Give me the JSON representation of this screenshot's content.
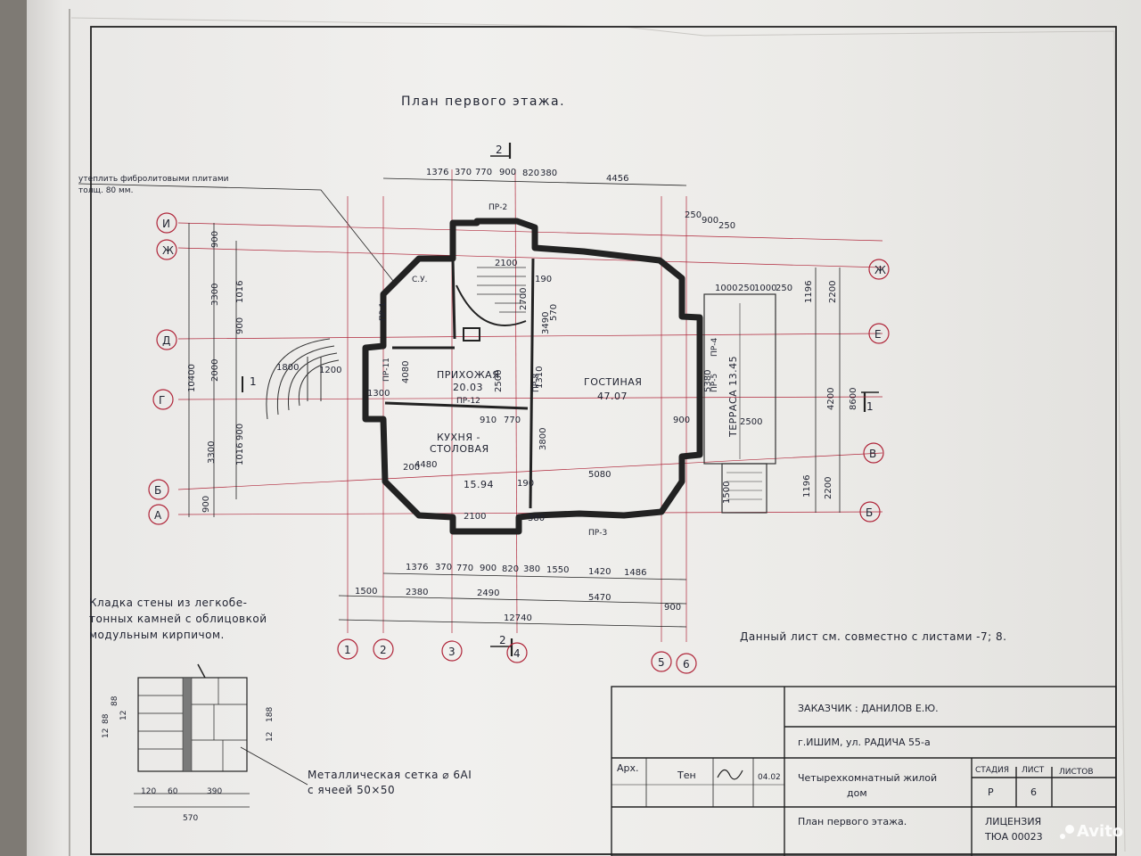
{
  "sheet": {
    "title": "План первого этажа.",
    "note_insulation_1": "утеплить фибролитовыми плитами",
    "note_insulation_2": "толщ. 80 мм.",
    "section_mark_top": "2",
    "section_mark_bottom": "2",
    "section_mark_right": "1",
    "section_mark_left": "1",
    "masonry_note": [
      "Кладка стены из легкобе-",
      "тонных камней с облицовкой",
      "модульным кирпичом."
    ],
    "mesh_note_1": "Металлическая сетка ⌀ 6AI",
    "mesh_note_2": "с ячеей 50×50",
    "sheet_reference": "Данный лист см. совместно с листами -7; 8.",
    "wall_detail_dims": [
      "120",
      "60",
      "390",
      "570",
      "88",
      "88",
      "12",
      "12",
      "188",
      "12"
    ]
  },
  "rooms": {
    "hall_name": "ПРИХОЖАЯ",
    "hall_area": "20.03",
    "living_name": "ГОСТИНАЯ",
    "living_area": "47.07",
    "kitchen_name_1": "КУХНЯ -",
    "kitchen_name_2": "СТОЛОВАЯ",
    "kitchen_area": "15.94",
    "terrace_name": "ТЕРРАСА 13.45",
    "wc_name": "С.У."
  },
  "axes_letters_left": [
    "И",
    "Ж",
    "Д",
    "Г",
    "Б",
    "А"
  ],
  "axes_letters_right": [
    "Ж",
    "Е",
    "В",
    "Б"
  ],
  "axes_numbers": [
    "1",
    "2",
    "3",
    "4",
    "5",
    "6"
  ],
  "dims": {
    "top_row": [
      "1376",
      "370",
      "770",
      "900",
      "820",
      "380",
      "4456"
    ],
    "bottom_row_1": [
      "1376",
      "370",
      "770",
      "900",
      "820",
      "380",
      "1550",
      "1420",
      "1486"
    ],
    "bottom_row_2": [
      "1500",
      "2380",
      "2490",
      "5470",
      "900"
    ],
    "bottom_total": "12740",
    "left_outer": [
      "900",
      "3300",
      "10400",
      "3300",
      "900"
    ],
    "left_inner": [
      "1016",
      "900",
      "2000",
      "1016",
      "900"
    ],
    "right_outer": [
      "2200",
      "8600",
      "2200"
    ],
    "right_inner": [
      "1196",
      "4200",
      "1196"
    ],
    "interior": [
      "2100",
      "2700",
      "3490",
      "4080",
      "2500",
      "1310",
      "3800",
      "4480",
      "5080",
      "2100",
      "1800",
      "1200",
      "1300",
      "910",
      "770",
      "5380",
      "2500",
      "1000",
      "250",
      "1000",
      "250",
      "190",
      "570",
      "200",
      "190",
      "380",
      "900",
      "1500",
      "250",
      "900",
      "250"
    ],
    "openings": [
      "ПР-1",
      "ПР-2",
      "ПР-3",
      "ПР-4",
      "ПР-5",
      "ПР-8",
      "ПР-11",
      "ПР-12"
    ]
  },
  "title_block": {
    "customer": "ЗАКАЗЧИК : ДАНИЛОВ Е.Ю.",
    "address": "г.ИШИМ, ул. РАДИЧА 55-а",
    "role": "Арх.",
    "author": "Тен",
    "date": "04.02",
    "project_1": "Четырехкомнатный жилой",
    "project_2": "дом",
    "stage_label": "СТАДИЯ",
    "sheet_label": "ЛИСТ",
    "sheets_label": "ЛИСТОВ",
    "stage": "Р",
    "sheet": "6",
    "drawing": "План первого этажа.",
    "license": "ЛИЦЕНЗИЯ",
    "license_no": "ТЮА 00023"
  },
  "watermark": "Avito",
  "colors": {
    "ink": "#1f2230",
    "axis": "#b0263a",
    "paper": "#efeeec"
  }
}
